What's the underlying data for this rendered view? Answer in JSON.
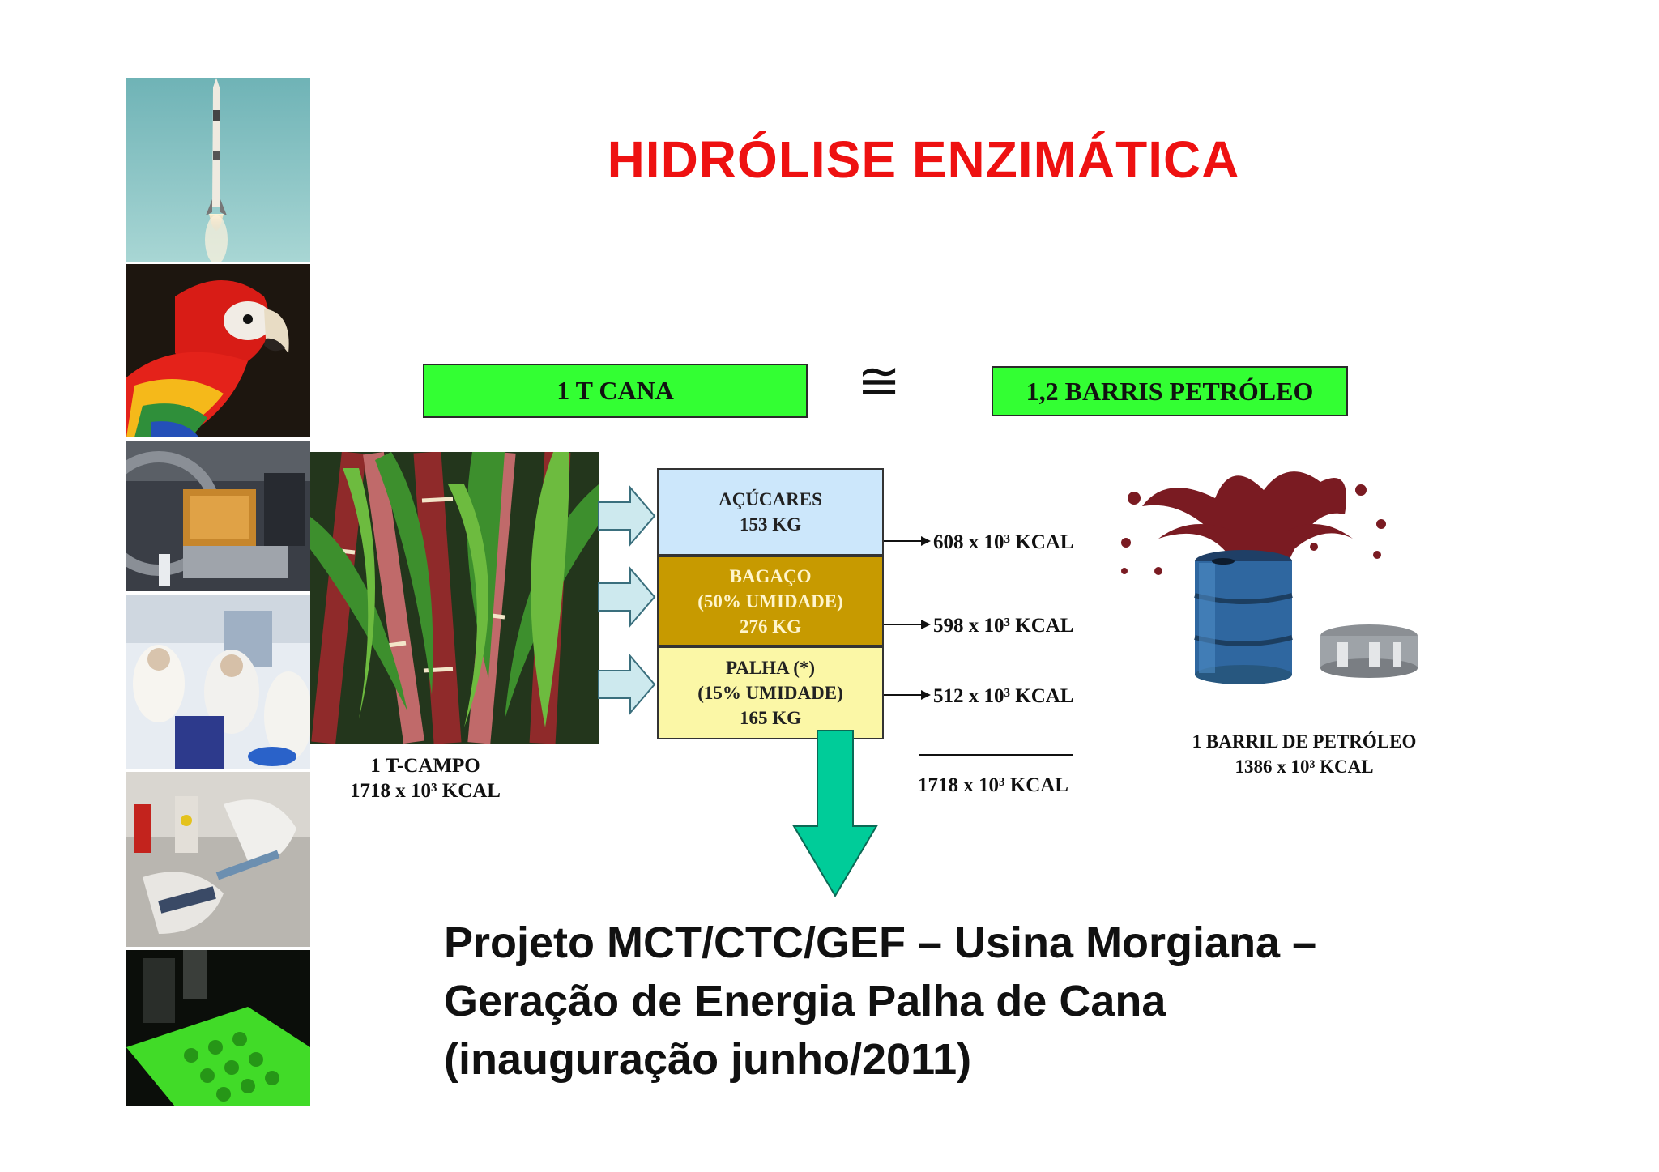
{
  "title": "HIDRÓLISE ENZIMÁTICA",
  "top_left_box": "1 T CANA",
  "approx_symbol": "≅",
  "top_right_box": "1,2 BARRIS PETRÓLEO",
  "components": [
    {
      "lines": [
        "AÇÚCARES",
        "153 KG"
      ],
      "energy": "608 x 10³ KCAL",
      "color": "#cce7fb"
    },
    {
      "lines": [
        "BAGAÇO",
        "(50% UMIDADE)",
        "276 KG"
      ],
      "energy": "598 x 10³ KCAL",
      "color": "#c79a00"
    },
    {
      "lines": [
        "PALHA (*)",
        "(15% UMIDADE)",
        "165 KG"
      ],
      "energy": "512 x 10³ KCAL",
      "color": "#fbf7a6"
    }
  ],
  "total_energy": "1718 x 10³ KCAL",
  "field_caption": {
    "line1": "1 T-CAMPO",
    "line2": "1718 x 10³ KCAL"
  },
  "barrel_caption": {
    "line1": "1 BARRIL DE PETRÓLEO",
    "line2": "1386 x 10³ KCAL"
  },
  "project_text": [
    "Projeto MCT/CTC/GEF – Usina Morgiana –",
    "Geração de Energia Palha de Cana",
    "(inauguração junho/2011)"
  ],
  "left_photos": [
    "rocket-launch",
    "scarlet-macaw",
    "satellite-assembly",
    "laboratory-workers",
    "lab-hands-test-tubes",
    "green-microplate"
  ],
  "colors": {
    "title": "#ee1111",
    "label_box": "#33ff33",
    "arrow_down": "#00cc99",
    "arrow_side": "#cde9ee"
  }
}
